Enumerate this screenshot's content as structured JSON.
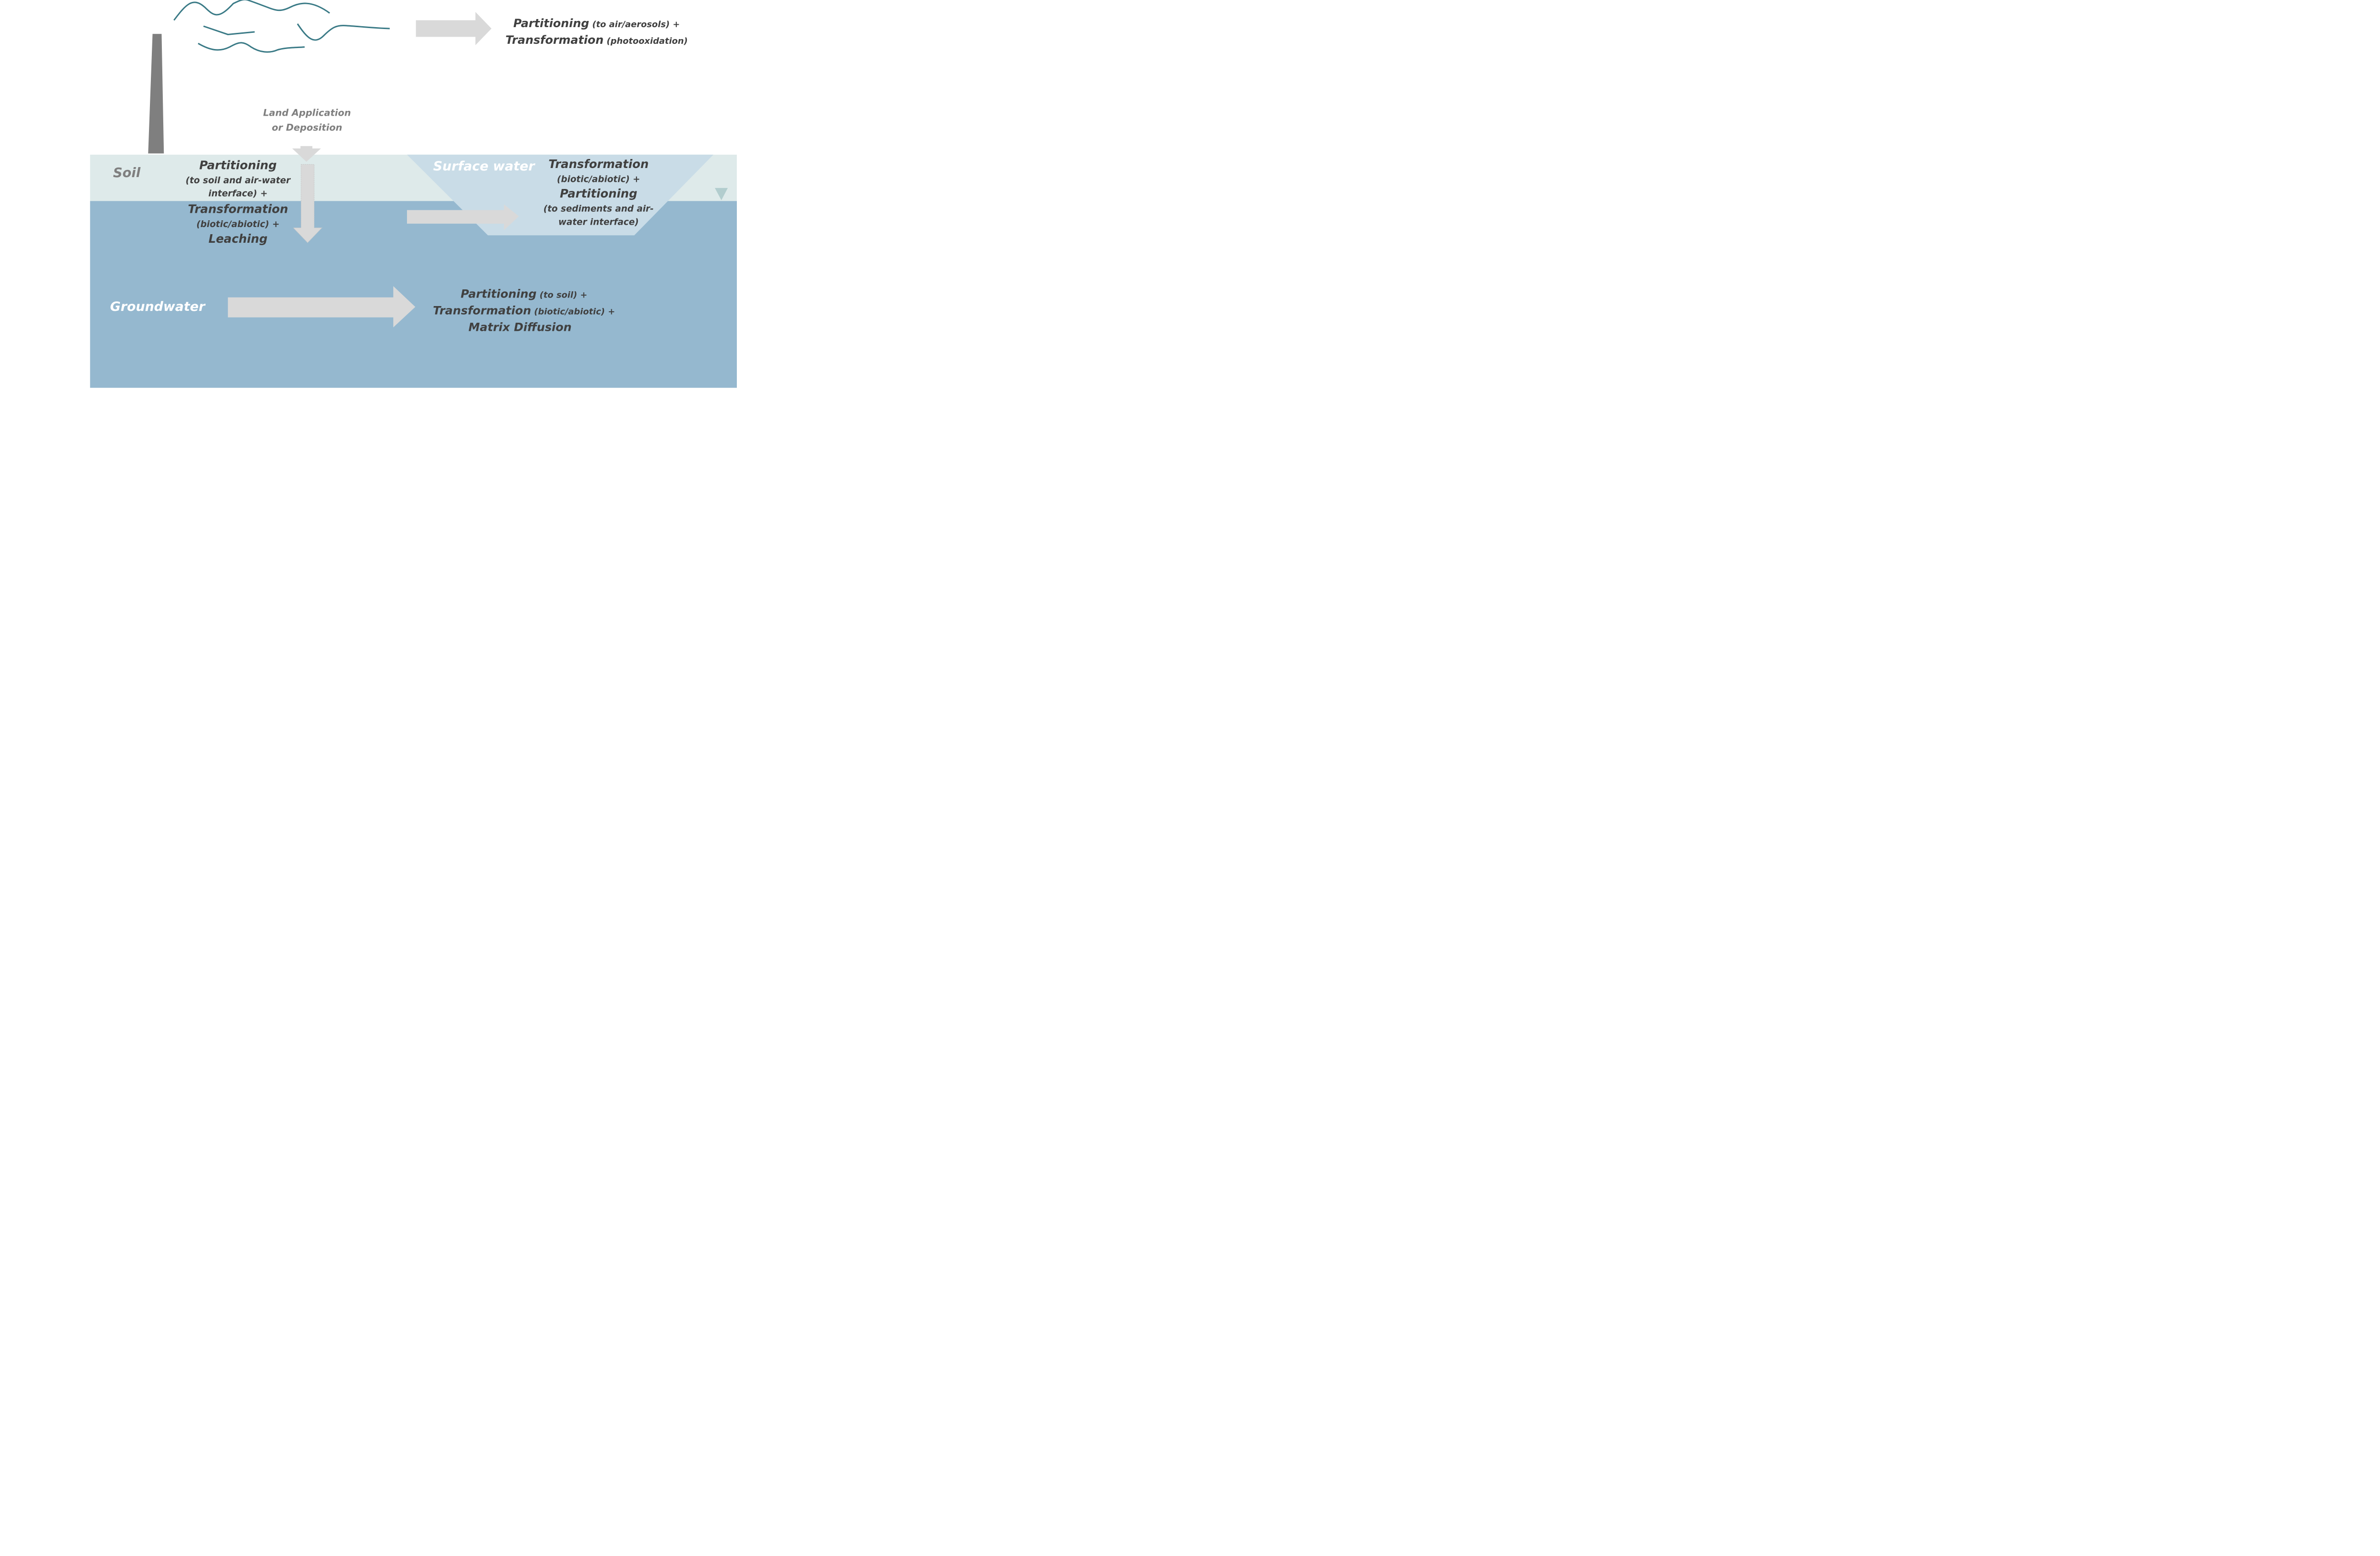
{
  "diagram": {
    "colors": {
      "soil": "#deeaea",
      "groundwater": "#95b8cf",
      "surface_water": "#c9dce7",
      "arrow": "#d9d9d9",
      "chimney": "#7f7f7f",
      "smoke": "#3a7a86",
      "water_table_marker": "#b2cdce",
      "text_dark": "#404040",
      "text_grey": "#7f7f7f"
    },
    "air": {
      "line1_main": "Partitioning",
      "line1_detail": " (to air/aerosols) +",
      "line2_main": "Transformation",
      "line2_detail": " (photooxidation)"
    },
    "land_application": {
      "line1": "Land Application",
      "line2": "or Deposition"
    },
    "soil": {
      "label": "Soil",
      "lines": [
        "Partitioning",
        "(to soil and air-water",
        "interface) +",
        "Transformation",
        "(biotic/abiotic) +",
        "Leaching"
      ]
    },
    "surface_water": {
      "label": "Surface water",
      "lines": [
        "Transformation",
        "(biotic/abiotic) +",
        "Partitioning",
        "(to sediments and air-",
        "water interface)"
      ]
    },
    "groundwater": {
      "label": "Groundwater",
      "line1_main": "Partitioning",
      "line1_detail": " (to soil) +",
      "line2_main": "Transformation",
      "line2_detail": " (biotic/abiotic) +",
      "line3_main": "Matrix Diffusion"
    }
  }
}
